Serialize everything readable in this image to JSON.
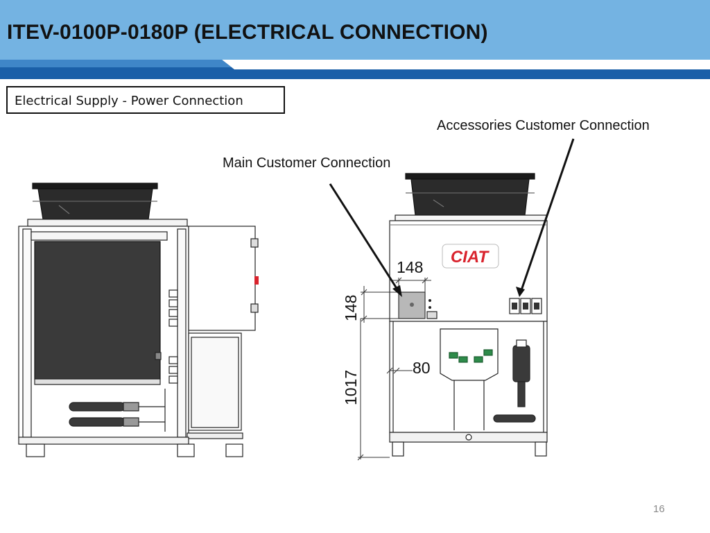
{
  "header": {
    "title": "ITEV-0100P-0180P (ELECTRICAL CONNECTION)"
  },
  "section": {
    "label": "Electrical Supply - Power Connection"
  },
  "callouts": {
    "accessories": "Accessories Customer Connection",
    "main": "Main Customer Connection"
  },
  "dimensions": {
    "box_width": "148",
    "box_height": "148",
    "side_offset": "80",
    "total_height": "1017"
  },
  "logo": {
    "text": "CIAT"
  },
  "page": {
    "number": "16"
  },
  "colors": {
    "header_bg": "#74b3e2",
    "header_band": "#1a5fa8",
    "logo_red": "#d9232d"
  }
}
